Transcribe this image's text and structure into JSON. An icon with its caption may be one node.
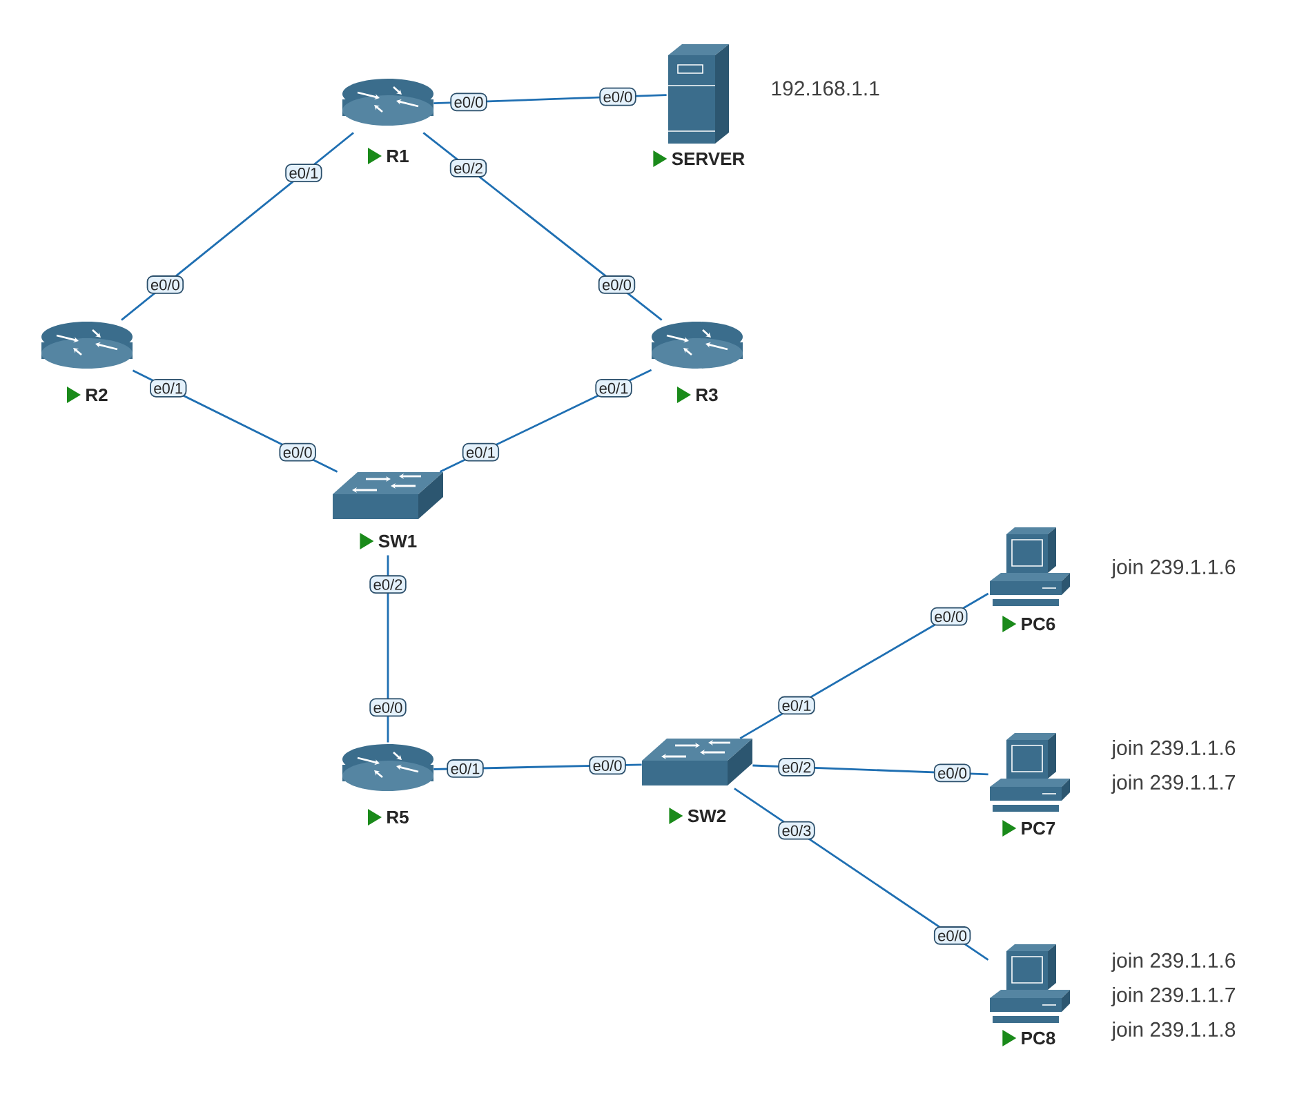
{
  "diagram": {
    "nodes": [
      {
        "text": [
          "R1"
        ]
      },
      {
        "text": [
          "SERVER"
        ],
        "beside": [
          "192.168.1.1"
        ]
      },
      {
        "text": [
          "R2"
        ]
      },
      {
        "text": [
          "R3"
        ]
      },
      {
        "text": [
          "SW1"
        ]
      },
      {
        "text": [
          "R5"
        ]
      },
      {
        "text": [
          "SW2"
        ]
      },
      {
        "text": [
          "PC6"
        ],
        "beside": [
          "join 239.1.1.6"
        ]
      },
      {
        "text": [
          "PC7"
        ],
        "beside": [
          "join 239.1.1.6",
          "join 239.1.1.7"
        ]
      },
      {
        "text": [
          "PC8"
        ],
        "beside": [
          "join 239.1.1.6",
          "join 239.1.1.7",
          "join 239.1.1.8"
        ]
      }
    ],
    "edges": [
      {
        "from": 0,
        "to": 1,
        "arrow": "none"
      },
      {
        "from": 0,
        "to": 2,
        "arrow": "none"
      },
      {
        "from": 0,
        "to": 3,
        "arrow": "none"
      },
      {
        "from": 2,
        "to": 4,
        "arrow": "none"
      },
      {
        "from": 3,
        "to": 4,
        "arrow": "none"
      },
      {
        "from": 4,
        "to": 5,
        "arrow": "none"
      },
      {
        "from": 5,
        "to": 6,
        "arrow": "none"
      },
      {
        "from": 6,
        "to": 7,
        "arrow": "none"
      },
      {
        "from": 6,
        "to": 8,
        "arrow": "none"
      },
      {
        "from": 6,
        "to": 9,
        "arrow": "none"
      }
    ],
    "labels": [
      "e0/0",
      "e0/0",
      "e0/1",
      "e0/0",
      "e0/2",
      "e0/0",
      "e0/1",
      "e0/0",
      "e0/1",
      "e0/1",
      "e0/2",
      "e0/0",
      "e0/1",
      "e0/0",
      "e0/1",
      "e0/0",
      "e0/2",
      "e0/0",
      "e0/3",
      "e0/0"
    ]
  }
}
